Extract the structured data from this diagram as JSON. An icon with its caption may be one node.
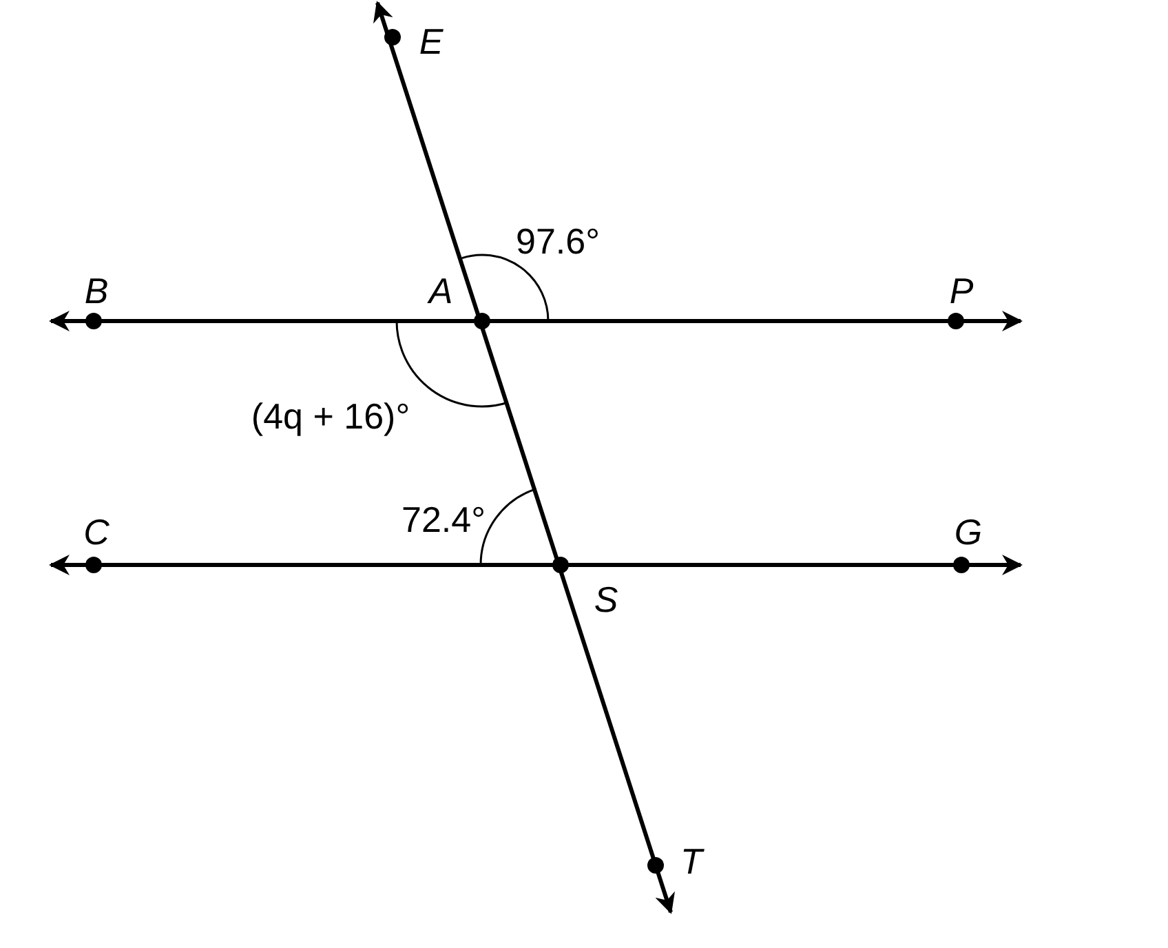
{
  "diagram": {
    "labels": [
      "E",
      "97.6°",
      "B",
      "A",
      "P",
      "(4q + 16)°",
      "72.4°",
      "C",
      "G",
      "S",
      "T"
    ]
  }
}
